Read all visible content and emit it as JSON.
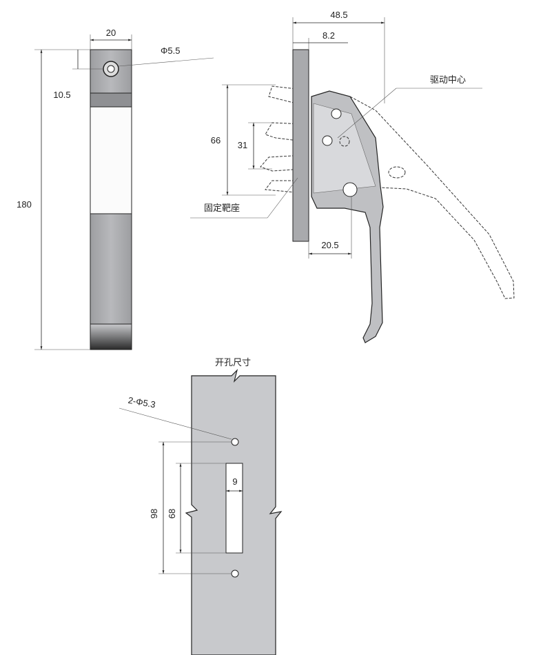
{
  "front_view": {
    "width_dim": "20",
    "hole_dim": "Φ5.5",
    "hole_offset_dim": "10.5",
    "length_dim": "180"
  },
  "side_view": {
    "depth_dim": "48.5",
    "plate_dim": "8.2",
    "drive_center_label": "驱动中心",
    "travel_dim": "66",
    "inner_dim": "31",
    "fixed_seat_label": "固定靶座",
    "pivot_dim": "20.5"
  },
  "cutout_view": {
    "title": "开孔尺寸",
    "holes_dim": "2-Φ5.3",
    "slot_width_dim": "9",
    "hole_spacing_dim": "98",
    "slot_length_dim": "68"
  },
  "colors": {
    "metal": "#a9aaad",
    "plate": "#c8c9cc",
    "line": "#222222"
  }
}
